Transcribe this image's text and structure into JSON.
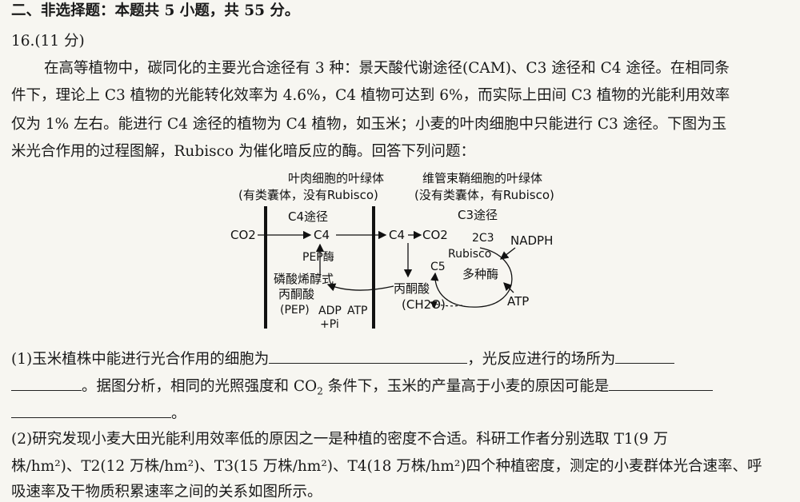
{
  "section": {
    "title": "二、非选择题：本题共 5 小题，共 55 分。"
  },
  "q16": {
    "number": "16.(11 分)",
    "intro": [
      "在高等植物中，碳同化的主要光合途径有 3 种：景天酸代谢途径(CAM)、C3 途径和 C4 途径。在相同条",
      "件下，理论上 C3 植物的光能转化效率为 4.6%，C4 植物可达到 6%，而实际上田间 C3 植物的光能利用效率",
      "仅为 1% 左右。能进行 C4 途径的植物为 C4 植物，如玉米；小麦的叶肉细胞中只能进行 C3 途径。下图为玉",
      "米光合作用的过程图解，Rubisco 为催化暗反应的酶。回答下列问题："
    ],
    "p1": {
      "a": "(1)玉米植株中能进行光合作用的细胞为",
      "b": "，光反应进行的场所为",
      "c": "。据图分析，相同的光照强度和 CO",
      "c_sub": "2",
      "d": " 条件下，玉米的产量高于小麦的原因可能是",
      "e": "。"
    },
    "p2": {
      "a": "(2)研究发现小麦大田光能利用效率低的原因之一是种植的密度不合适。科研工作者分别选取 T1(9 万",
      "b": "株/hm²)、T2(12 万株/hm²)、T3(15 万株/hm²)、T4(18 万株/hm²)四个种植密度，测定的小麦群体光合速率、呼",
      "c": "吸速率及干物质积累速率之间的关系如图所示。"
    }
  },
  "diagram": {
    "left_title": "叶肉细胞的叶绿体",
    "left_subtitle": "(有类囊体，没有Rubisco)",
    "right_title": "维管束鞘细胞的叶绿体",
    "right_subtitle": "(没有类囊体，有Rubisco)",
    "c4_path": "C4途径",
    "c3_path": "C3途径",
    "co2": "CO2",
    "c4": "C4",
    "pep_enzyme": "PEP酶",
    "pep_line1": "磷酸烯醇式",
    "pep_line2": "丙酮酸",
    "pep_line3": "(PEP)",
    "adp": "ADP",
    "pi": "+Pi",
    "atp": "ATP",
    "rubisco": "Rubisco",
    "two_c3": "2C3",
    "c5": "C5",
    "enzymes": "多种酶",
    "nadph": "NADPH",
    "pyruvate": "丙酮酸",
    "ch2o": "(CH2O)"
  }
}
